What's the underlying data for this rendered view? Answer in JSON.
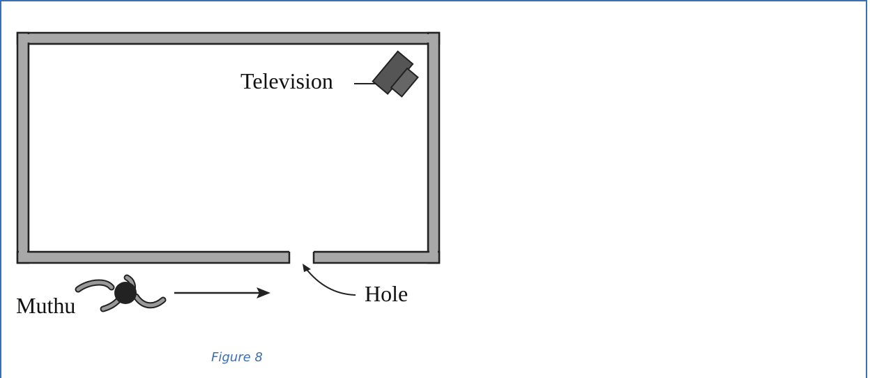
{
  "diagram": {
    "labels": {
      "television": "Television",
      "hole": "Hole",
      "muthu": "Muthu"
    },
    "caption": "Figure 8"
  },
  "colors": {
    "frame": "#3a6fb5",
    "wall_fill": "#a8a8a8",
    "wall_edge": "#222222",
    "tv": "#555555",
    "caption": "#3a6fb5"
  },
  "icons": {
    "television": "tv-icon",
    "person": "person-topview-icon",
    "arrow": "arrow-right-icon"
  }
}
